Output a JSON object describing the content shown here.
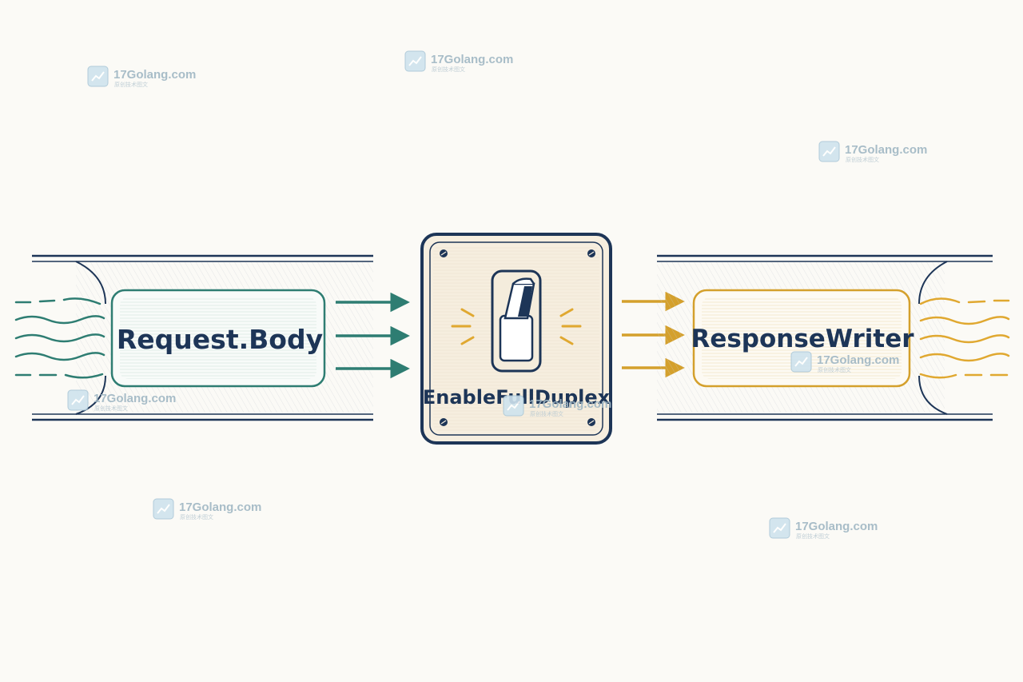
{
  "diagram": {
    "source": {
      "label": "Request.Body",
      "color": "#2e7d72"
    },
    "switch": {
      "label": "EnableFullDuplex",
      "color": "#1d3557",
      "accent": "#e0a830",
      "state": "on"
    },
    "target": {
      "label": "ResponseWriter",
      "color": "#d4a02c"
    },
    "pipe_color": "#1d3557",
    "arrows_per_side": 3
  },
  "watermark": {
    "text": "17Golang.com",
    "subtext": "原创技术图文",
    "icon": "chart-logo-icon",
    "color": "#9fb6c3"
  }
}
